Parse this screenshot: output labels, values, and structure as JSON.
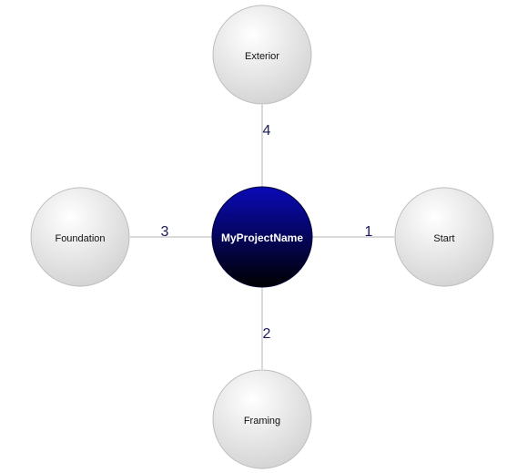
{
  "center_node": {
    "label": "MyProjectName",
    "color_top": "#0a0ab8",
    "color_bottom": "#000000"
  },
  "branches": [
    {
      "id": "start",
      "label": "Start",
      "order": "1",
      "direction": "right"
    },
    {
      "id": "framing",
      "label": "Framing",
      "order": "2",
      "direction": "down"
    },
    {
      "id": "foundation",
      "label": "Foundation",
      "order": "3",
      "direction": "left"
    },
    {
      "id": "exterior",
      "label": "Exterior",
      "order": "4",
      "direction": "up"
    }
  ],
  "colors": {
    "node_top": "#ffffff",
    "node_bottom": "#d2d2d2",
    "connector": "#b4b4b4",
    "edge_label": "#1a1a5a"
  }
}
